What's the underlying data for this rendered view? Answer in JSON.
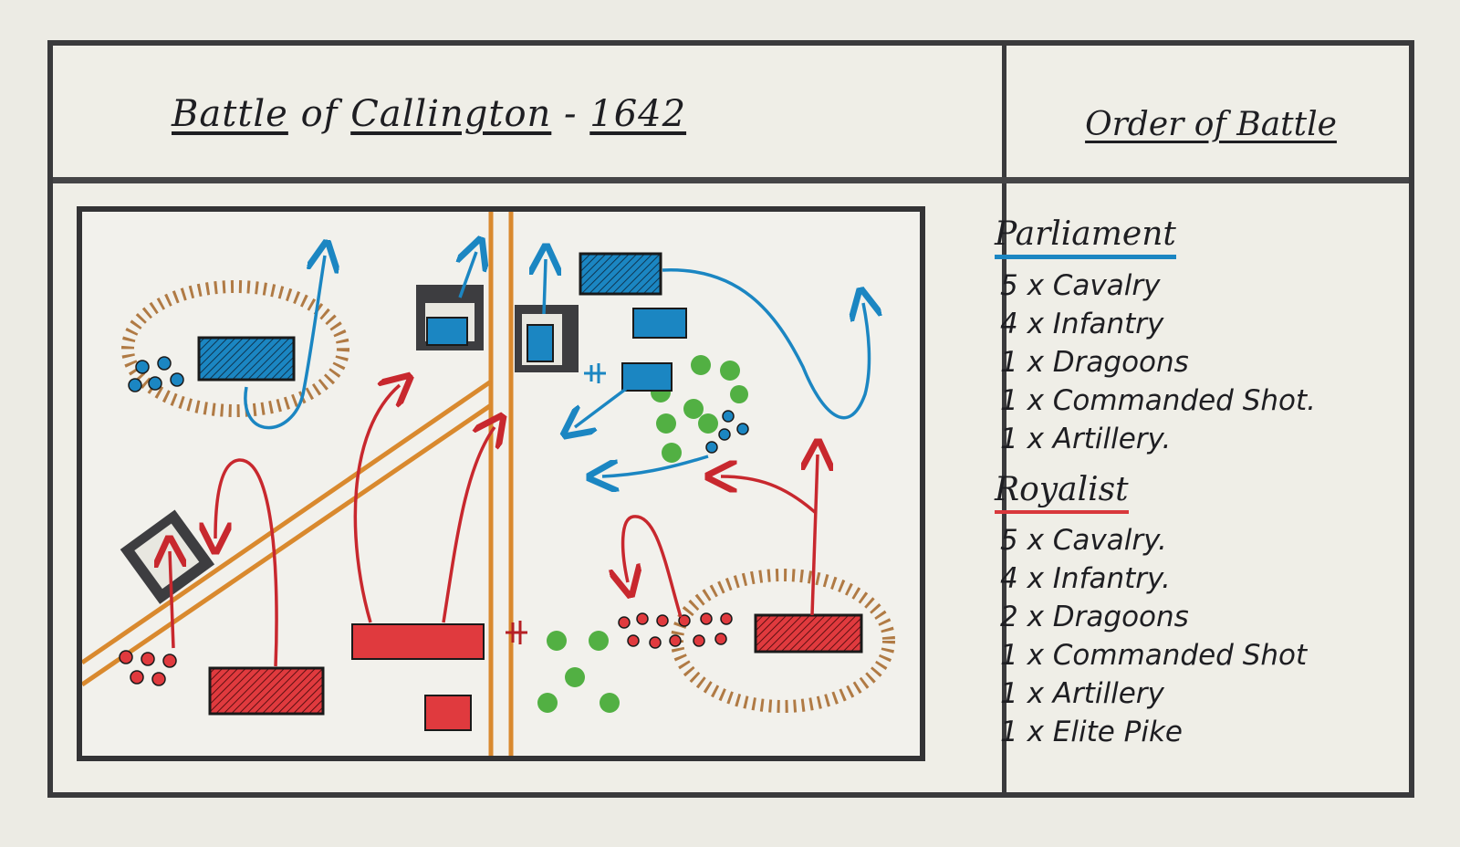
{
  "title": {
    "battle": "Battle",
    "of": "of",
    "place": "Callington",
    "dash": "-",
    "year": "1642"
  },
  "order_of_battle": {
    "heading": "Order of Battle",
    "sides": [
      {
        "name": "Parliament",
        "color": "#1b86c2",
        "units": [
          "5 x Cavalry",
          "4 x Infantry",
          "1 x Dragoons",
          "1 x Commanded Shot.",
          "1 x Artillery."
        ]
      },
      {
        "name": "Royalist",
        "color": "#d8383c",
        "units": [
          "5 x Cavalry.",
          "4 x Infantry.",
          "2 x Dragoons",
          "1 x Commanded Shot",
          "1 x Artillery",
          "1 x Elite Pike"
        ]
      }
    ]
  },
  "colors": {
    "parliament_blue": "#1b86c2",
    "royalist_red": "#e03a3e",
    "road_orange": "#d9892e",
    "hill_brown": "#b07a44",
    "woods_green": "#52b043",
    "building_grey": "#3d3d40"
  }
}
